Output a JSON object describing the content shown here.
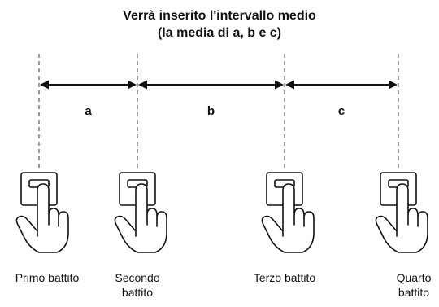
{
  "title": {
    "line1": "Verrà inserito l'intervallo medio",
    "line2": "(la media di a, b e c)"
  },
  "intervals": [
    {
      "label": "a"
    },
    {
      "label": "b"
    },
    {
      "label": "c"
    }
  ],
  "beats": [
    {
      "lines": [
        "Primo battito"
      ],
      "icon": "hand-pressing-button-icon"
    },
    {
      "lines": [
        "Secondo",
        "battito"
      ],
      "icon": "hand-pressing-button-icon"
    },
    {
      "lines": [
        "Terzo battito"
      ],
      "icon": "hand-pressing-button-icon"
    },
    {
      "lines": [
        "Quarto",
        "battito"
      ],
      "icon": "hand-pressing-button-icon"
    }
  ]
}
